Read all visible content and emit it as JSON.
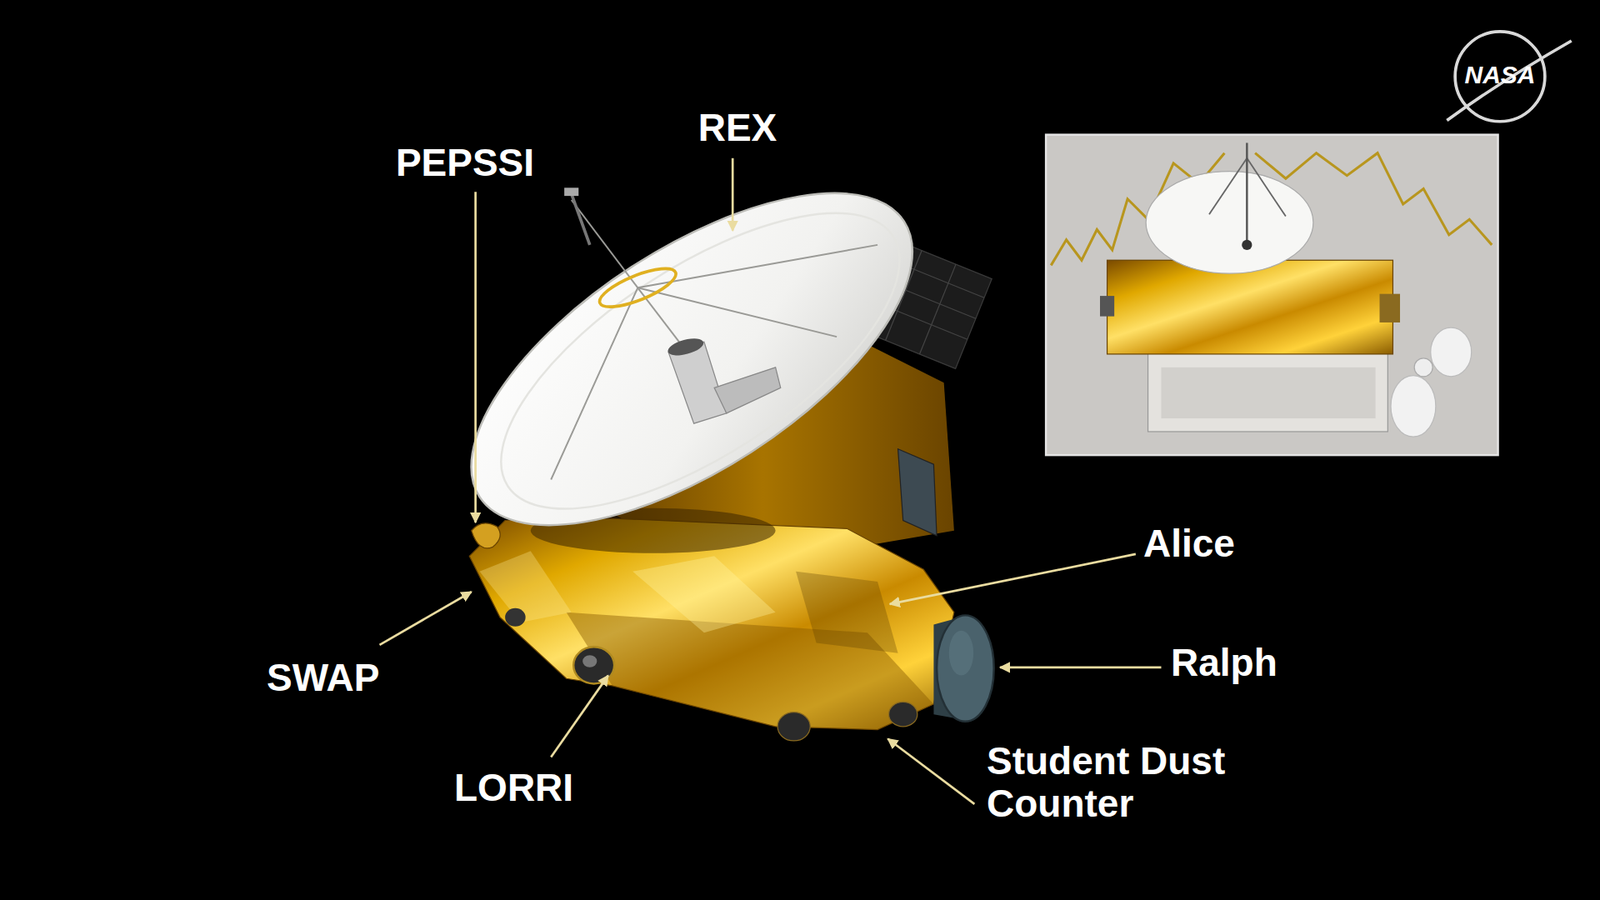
{
  "diagram": {
    "labels": [
      "REX",
      "PEPSSI",
      "Alice",
      "Ralph",
      "SWAP",
      "LORRI",
      "Student Dust Counter",
      "NASA"
    ]
  }
}
